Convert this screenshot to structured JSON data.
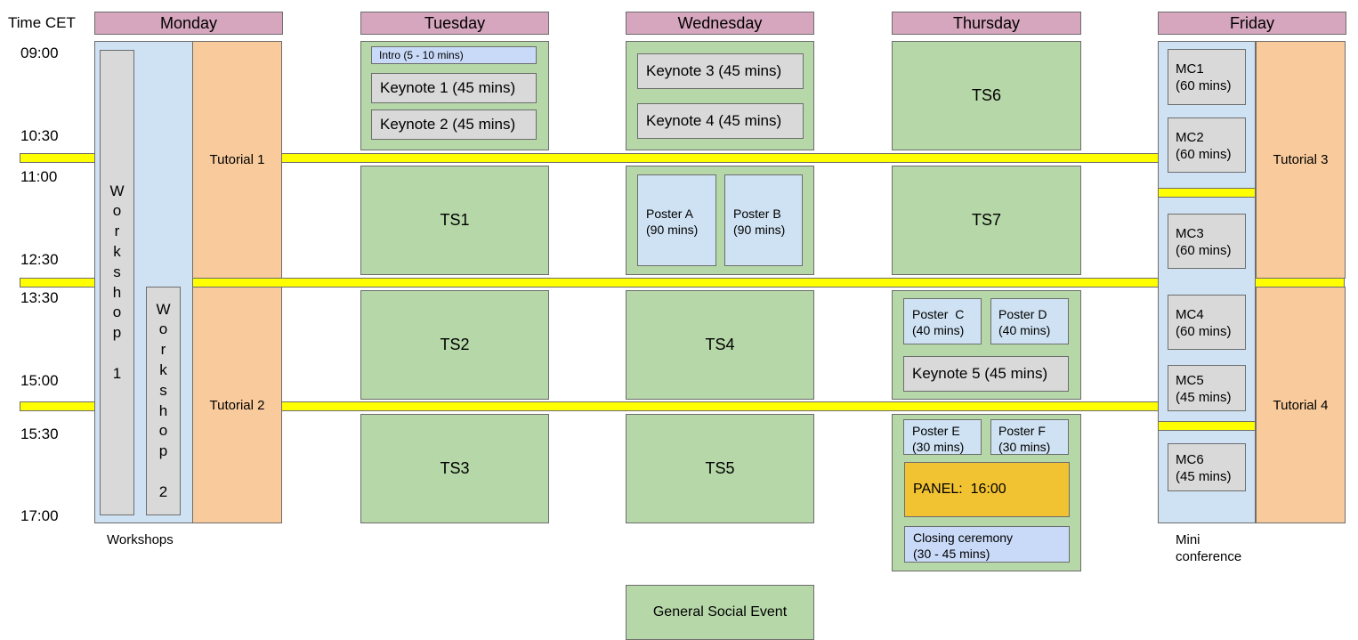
{
  "time_header": "Time CET",
  "times": [
    "09:00",
    "10:30",
    "11:00",
    "12:30",
    "13:30",
    "15:00",
    "15:30",
    "17:00"
  ],
  "days": [
    "Monday",
    "Tuesday",
    "Wednesday",
    "Thursday",
    "Friday"
  ],
  "monday": {
    "workshop1": [
      "W",
      "o",
      "r",
      "k",
      "s",
      "h",
      "o",
      "p",
      "",
      "1"
    ],
    "workshop2": [
      "W",
      "o",
      "r",
      "k",
      "s",
      "h",
      "o",
      "p",
      "",
      "2"
    ],
    "tutorial1": "Tutorial 1",
    "tutorial2": "Tutorial 2",
    "caption": "Workshops"
  },
  "tuesday": {
    "intro": "Intro (5 - 10 mins)",
    "keynote1": "Keynote 1 (45 mins)",
    "keynote2": "Keynote 2 (45 mins)",
    "ts1": "TS1",
    "ts2": "TS2",
    "ts3": "TS3"
  },
  "wednesday": {
    "keynote3": "Keynote 3 (45 mins)",
    "keynote4": "Keynote 4 (45 mins)",
    "poster_a": [
      "Poster A",
      "(90 mins)"
    ],
    "poster_b": [
      "Poster B",
      "(90 mins)"
    ],
    "ts4": "TS4",
    "ts5": "TS5",
    "social": "General Social Event"
  },
  "thursday": {
    "ts6": "TS6",
    "ts7": "TS7",
    "poster_c": [
      "Poster  C",
      "(40 mins)"
    ],
    "poster_d": [
      "Poster D",
      "(40 mins)"
    ],
    "keynote5": "Keynote 5 (45 mins)",
    "poster_e": [
      "Poster E",
      "(30 mins)"
    ],
    "poster_f": [
      "Poster F",
      "(30 mins)"
    ],
    "panel": "PANEL:  16:00",
    "closing": [
      "Closing ceremony",
      "(30 - 45 mins)"
    ]
  },
  "friday": {
    "mc1": [
      "MC1",
      "(60 mins)"
    ],
    "mc2": [
      "MC2",
      "(60 mins)"
    ],
    "mc3": [
      "MC3",
      "(60 mins)"
    ],
    "mc4": [
      "MC4",
      "(60 mins)"
    ],
    "mc5": [
      "MC5",
      "(45 mins)"
    ],
    "mc6": [
      "MC6",
      "(45 mins)"
    ],
    "tutorial3": "Tutorial 3",
    "tutorial4": "Tutorial 4",
    "caption": [
      "Mini",
      "conference"
    ]
  },
  "colors": {
    "header": "#d5a6bd",
    "session": "#b6d7a8",
    "workshop_area": "#cfe2f3",
    "tutorial": "#f9cb9c",
    "talk": "#d9d9d9",
    "break": "#ffff00",
    "panel": "#f1c232",
    "intro": "#c9daf8"
  }
}
